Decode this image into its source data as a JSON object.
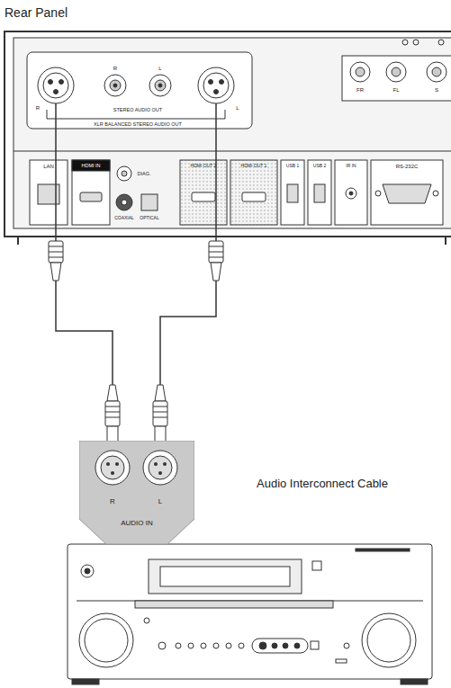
{
  "diagram": {
    "nodes": [
      {
        "text": [
          "Rear Panel"
        ]
      },
      {
        "text": [
          "R",
          "L",
          "AUDIO IN"
        ]
      }
    ],
    "edges": [
      {
        "from": 0,
        "to": 1,
        "arrow": "none"
      },
      {
        "from": 0,
        "to": 1,
        "arrow": "none"
      }
    ],
    "labels": [
      "R",
      "R",
      "L",
      "L",
      "STEREO AUDIO OUT",
      "XLR BALANCED STEREO AUDIO OUT",
      "FR",
      "FL",
      "S",
      "LAN",
      "HDMI IN",
      "DIAG.",
      "COAXIAL",
      "OPTICAL",
      "HDMI OUT 2",
      "HDMI OUT 1",
      "USB 1",
      "USB 2",
      "IR IN",
      "RS-232C",
      "Audio Interconnect Cable"
    ]
  }
}
